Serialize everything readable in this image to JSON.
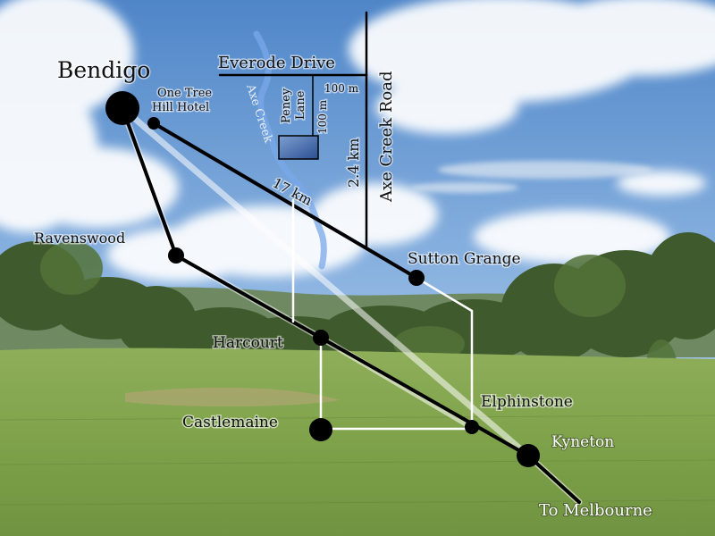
{
  "map": {
    "places": {
      "bendigo": "Bendigo",
      "one_tree_hill_hotel_line1": "One Tree",
      "one_tree_hill_hotel_line2": "Hill Hotel",
      "ravenswood": "Ravenswood",
      "harcourt": "Harcourt",
      "castlemaine": "Castlemaine",
      "elphinstone": "Elphinstone",
      "sutton_grange": "Sutton Grange",
      "kyneton": "Kyneton",
      "to_melbourne": "To Melbourne"
    },
    "roads": {
      "everode_drive": "Everode Drive",
      "axe_creek_road": "Axe Creek Road",
      "peney_lane_line1": "Peney",
      "peney_lane_line2": "Lane"
    },
    "creek": "Axe Creek",
    "distances": {
      "main_road": "17 km",
      "axe_creek_road": "2.4 km",
      "everode_segment": "100 m",
      "peney_segment": "100 m"
    }
  }
}
